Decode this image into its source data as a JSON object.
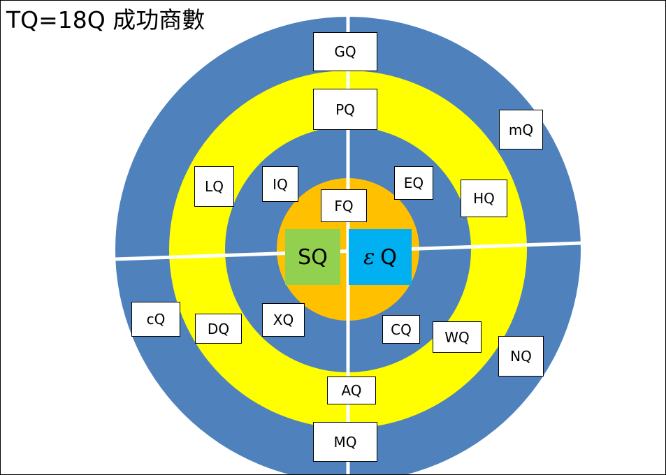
{
  "title": "TQ=18Q 成功商數",
  "colors": {
    "outer_ring": "#4f81bd",
    "middle_ring": "#ffff00",
    "inner_ring": "#4f81bd",
    "core": "#ffc000",
    "sq_fill": "#92d050",
    "eq_fill": "#00b0f0",
    "divider": "#ffffff"
  },
  "rings": {
    "outer": [
      "GQ",
      "mQ",
      "NQ",
      "MQ",
      "cQ"
    ],
    "middle": [
      "PQ",
      "HQ",
      "WQ",
      "AQ",
      "DQ",
      "LQ"
    ],
    "inner": [
      "IQ",
      "EQ",
      "CQ",
      "XQ"
    ],
    "center": [
      "FQ"
    ]
  },
  "core": {
    "left": "SQ",
    "right_symbol": "ε",
    "right": "Q"
  }
}
